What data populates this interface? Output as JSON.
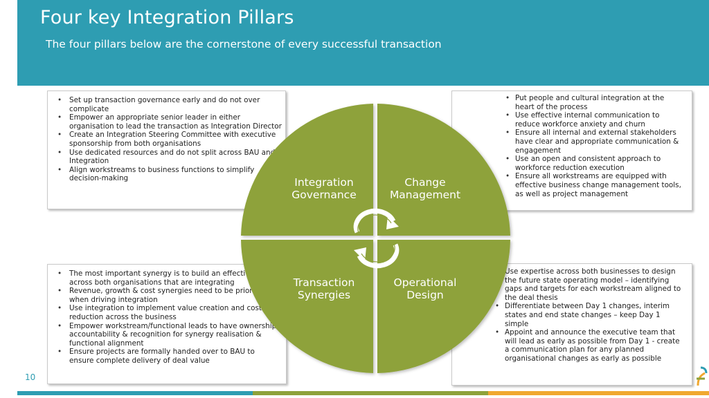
{
  "header": {
    "title": "Four key Integration Pillars",
    "subtitle": "The four pillars below are the cornerstone of every successful transaction"
  },
  "quadrants": {
    "top_left": [
      "Integration",
      "Governance"
    ],
    "top_right": [
      "Change",
      "Management"
    ],
    "bottom_left": [
      "Transaction",
      "Synergies"
    ],
    "bottom_right": [
      "Operational",
      "Design"
    ]
  },
  "boxes": {
    "top_left": [
      "Set up transaction governance early and do not over complicate",
      "Empower an appropriate senior leader in either organisation to lead the transaction as Integration Director",
      "Create an Integration Steering Committee with executive sponsorship from both organisations",
      "Use dedicated resources and do not split across BAU and Integration",
      "Align workstreams to business functions to simplify decision-making"
    ],
    "top_right": [
      "Put people and cultural integration at the heart of the process",
      "Use effective internal communication to reduce workforce anxiety and churn",
      "Ensure all internal and external stakeholders have clear and appropriate communication & engagement",
      "Use an open and consistent approach to workforce reduction execution",
      "Ensure all workstreams are equipped with effective business change management tools, as well as project management"
    ],
    "bottom_left": [
      "The most important synergy is to build an effective team across both organisations that are integrating",
      "Revenue, growth & cost synergies need to be prioritised when driving integration",
      "Use integration to implement value creation and cost reduction across the business",
      "Empower workstream/functional leads to have ownership, accountability & recognition for synergy realisation & functional alignment",
      "Ensure projects are formally handed over to BAU to ensure complete delivery of deal value"
    ],
    "bottom_right": [
      "Use expertise across both businesses to design the future state operating model – identifying gaps and targets for each workstream aligned to the deal thesis",
      "Differentiate between Day 1 changes, interim states and end state changes – keep Day 1 simple",
      "Appoint and announce the executive team that will lead as early as possible from Day 1 -  create a communication plan for any planned organisational changes as early as possible"
    ]
  },
  "footer": {
    "page_number": "10"
  },
  "colors": {
    "header_bg": "#2e9db2",
    "quadrant_fill": "#8ea23a",
    "arrow_fill": "#ffffff",
    "bar_teal": "#2e9db2",
    "bar_green": "#8ea23a",
    "bar_orange": "#f0a830"
  }
}
